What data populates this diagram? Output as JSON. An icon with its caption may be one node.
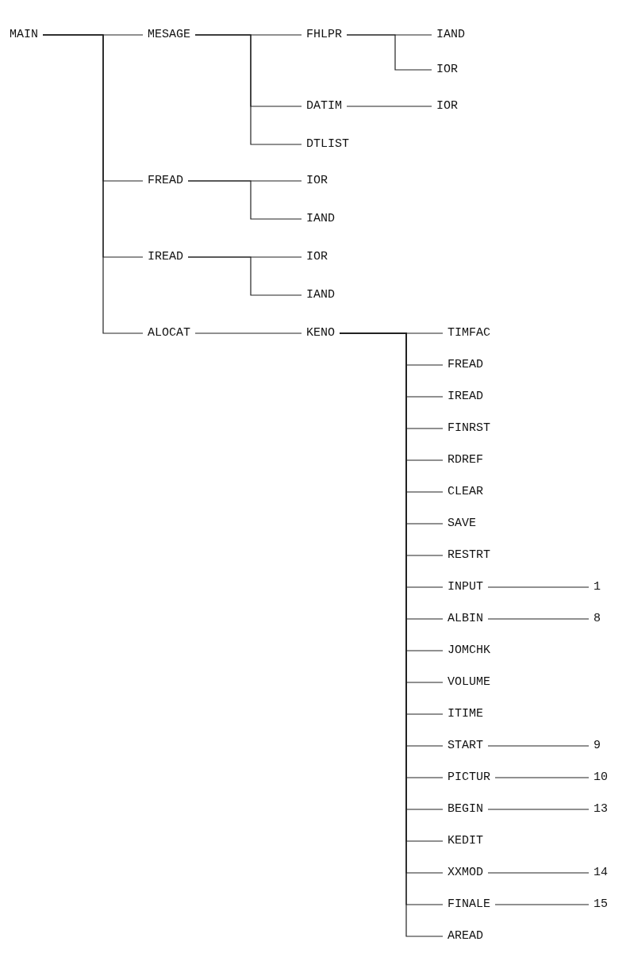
{
  "diagram": {
    "nodes": [
      {
        "text": [
          "MAIN"
        ]
      },
      {
        "text": [
          "MESAGE"
        ]
      },
      {
        "text": [
          "FHLPR"
        ]
      },
      {
        "text": [
          "IAND"
        ]
      },
      {
        "text": [
          "IOR"
        ]
      },
      {
        "text": [
          "DATIM"
        ]
      },
      {
        "text": [
          "IOR"
        ]
      },
      {
        "text": [
          "DTLIST"
        ]
      },
      {
        "text": [
          "FREAD"
        ]
      },
      {
        "text": [
          "IOR"
        ]
      },
      {
        "text": [
          "IAND"
        ]
      },
      {
        "text": [
          "IREAD"
        ]
      },
      {
        "text": [
          "IOR"
        ]
      },
      {
        "text": [
          "IAND"
        ]
      },
      {
        "text": [
          "ALOCAT"
        ]
      },
      {
        "text": [
          "KENO"
        ]
      },
      {
        "text": [
          "TIMFAC"
        ]
      },
      {
        "text": [
          "FREAD"
        ]
      },
      {
        "text": [
          "IREAD"
        ]
      },
      {
        "text": [
          "FINRST"
        ]
      },
      {
        "text": [
          "RDREF"
        ]
      },
      {
        "text": [
          "CLEAR"
        ]
      },
      {
        "text": [
          "SAVE"
        ]
      },
      {
        "text": [
          "RESTRT"
        ]
      },
      {
        "text": [
          "INPUT"
        ]
      },
      {
        "text": [
          "1"
        ]
      },
      {
        "text": [
          "ALBIN"
        ]
      },
      {
        "text": [
          "8"
        ]
      },
      {
        "text": [
          "JOMCHK"
        ]
      },
      {
        "text": [
          "VOLUME"
        ]
      },
      {
        "text": [
          "ITIME"
        ]
      },
      {
        "text": [
          "START"
        ]
      },
      {
        "text": [
          "9"
        ]
      },
      {
        "text": [
          "PICTUR"
        ]
      },
      {
        "text": [
          "10"
        ]
      },
      {
        "text": [
          "BEGIN"
        ]
      },
      {
        "text": [
          "13"
        ]
      },
      {
        "text": [
          "KEDIT"
        ]
      },
      {
        "text": [
          "XXMOD"
        ]
      },
      {
        "text": [
          "14"
        ]
      },
      {
        "text": [
          "FINALE"
        ]
      },
      {
        "text": [
          "15"
        ]
      },
      {
        "text": [
          "AREAD"
        ]
      }
    ],
    "edges": [
      {
        "from": 0,
        "to": 1,
        "arrow": "none"
      },
      {
        "from": 1,
        "to": 2,
        "arrow": "none"
      },
      {
        "from": 2,
        "to": 3,
        "arrow": "none"
      },
      {
        "from": 2,
        "to": 4,
        "arrow": "none"
      },
      {
        "from": 1,
        "to": 5,
        "arrow": "none"
      },
      {
        "from": 5,
        "to": 6,
        "arrow": "none"
      },
      {
        "from": 1,
        "to": 7,
        "arrow": "none"
      },
      {
        "from": 0,
        "to": 8,
        "arrow": "none"
      },
      {
        "from": 8,
        "to": 9,
        "arrow": "none"
      },
      {
        "from": 8,
        "to": 10,
        "arrow": "none"
      },
      {
        "from": 0,
        "to": 11,
        "arrow": "none"
      },
      {
        "from": 11,
        "to": 12,
        "arrow": "none"
      },
      {
        "from": 11,
        "to": 13,
        "arrow": "none"
      },
      {
        "from": 0,
        "to": 14,
        "arrow": "none"
      },
      {
        "from": 14,
        "to": 15,
        "arrow": "none"
      },
      {
        "from": 15,
        "to": 16,
        "arrow": "none"
      },
      {
        "from": 15,
        "to": 17,
        "arrow": "none"
      },
      {
        "from": 15,
        "to": 18,
        "arrow": "none"
      },
      {
        "from": 15,
        "to": 19,
        "arrow": "none"
      },
      {
        "from": 15,
        "to": 20,
        "arrow": "none"
      },
      {
        "from": 15,
        "to": 21,
        "arrow": "none"
      },
      {
        "from": 15,
        "to": 22,
        "arrow": "none"
      },
      {
        "from": 15,
        "to": 23,
        "arrow": "none"
      },
      {
        "from": 15,
        "to": 24,
        "arrow": "none"
      },
      {
        "from": 24,
        "to": 25,
        "arrow": "none"
      },
      {
        "from": 15,
        "to": 26,
        "arrow": "none"
      },
      {
        "from": 26,
        "to": 27,
        "arrow": "none"
      },
      {
        "from": 15,
        "to": 28,
        "arrow": "none"
      },
      {
        "from": 15,
        "to": 29,
        "arrow": "none"
      },
      {
        "from": 15,
        "to": 30,
        "arrow": "none"
      },
      {
        "from": 15,
        "to": 31,
        "arrow": "none"
      },
      {
        "from": 31,
        "to": 32,
        "arrow": "none"
      },
      {
        "from": 15,
        "to": 33,
        "arrow": "none"
      },
      {
        "from": 33,
        "to": 34,
        "arrow": "none"
      },
      {
        "from": 15,
        "to": 35,
        "arrow": "none"
      },
      {
        "from": 35,
        "to": 36,
        "arrow": "none"
      },
      {
        "from": 15,
        "to": 37,
        "arrow": "none"
      },
      {
        "from": 15,
        "to": 38,
        "arrow": "none"
      },
      {
        "from": 38,
        "to": 39,
        "arrow": "none"
      },
      {
        "from": 15,
        "to": 40,
        "arrow": "none"
      },
      {
        "from": 40,
        "to": 41,
        "arrow": "none"
      },
      {
        "from": 15,
        "to": 42,
        "arrow": "none"
      }
    ]
  }
}
